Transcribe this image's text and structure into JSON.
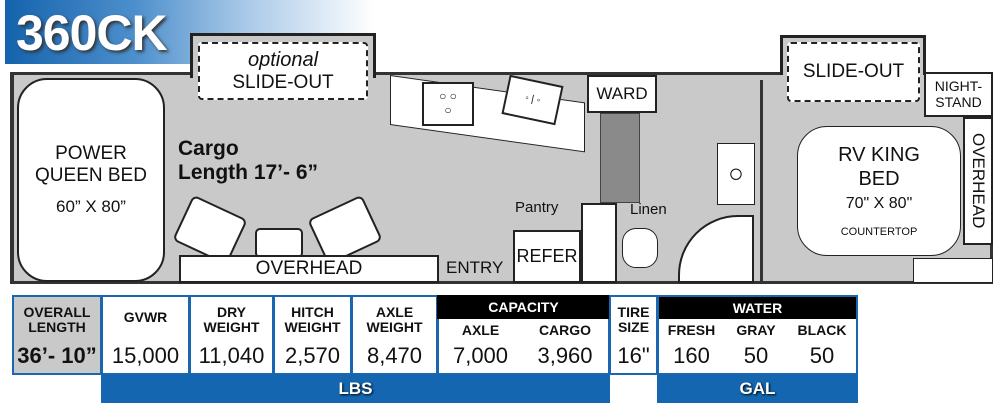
{
  "model": "360CK",
  "floorplan": {
    "optional": "optional",
    "slide_out": "SLIDE-OUT",
    "power_queen_bed": "POWER\nQUEEN BED",
    "queen_size": "60” X 80”",
    "cargo": "Cargo",
    "cargo_length": "Length 17’- 6”",
    "overhead_front": "OVERHEAD",
    "entry": "ENTRY",
    "refer": "REFER",
    "pantry": "Pantry",
    "linen": "Linen",
    "ward": "WARD",
    "slide_out_rear": "SLIDE-OUT",
    "nightstand": "NIGHT-\nSTAND",
    "rv_king_bed": "RV KING\nBED",
    "king_size": "70\" X 80\"",
    "countertop": "COUNTERTOP",
    "overhead_rear": "OVERHEAD"
  },
  "specs": {
    "overall_length": {
      "label": "OVERALL LENGTH",
      "value": "36’- 10”"
    },
    "gvwr": {
      "label": "GVWR",
      "value": "15,000"
    },
    "dry_weight": {
      "label": "DRY WEIGHT",
      "value": "11,040"
    },
    "hitch_weight": {
      "label": "HITCH WEIGHT",
      "value": "2,570"
    },
    "axle_weight": {
      "label": "AXLE WEIGHT",
      "value": "8,470"
    },
    "capacity": {
      "label": "CAPACITY",
      "axle": {
        "label": "AXLE",
        "value": "7,000"
      },
      "cargo": {
        "label": "CARGO",
        "value": "3,960"
      }
    },
    "tire_size": {
      "label": "TIRE SIZE",
      "value": "16\""
    },
    "water": {
      "label": "WATER",
      "fresh": {
        "label": "FRESH",
        "value": "160"
      },
      "gray": {
        "label": "GRAY",
        "value": "50"
      },
      "black": {
        "label": "BLACK",
        "value": "50"
      }
    },
    "lbs_unit": "LBS",
    "gal_unit": "GAL"
  },
  "colors": {
    "brand_blue": "#1466b0",
    "floor_gray": "#c9c9c9"
  }
}
